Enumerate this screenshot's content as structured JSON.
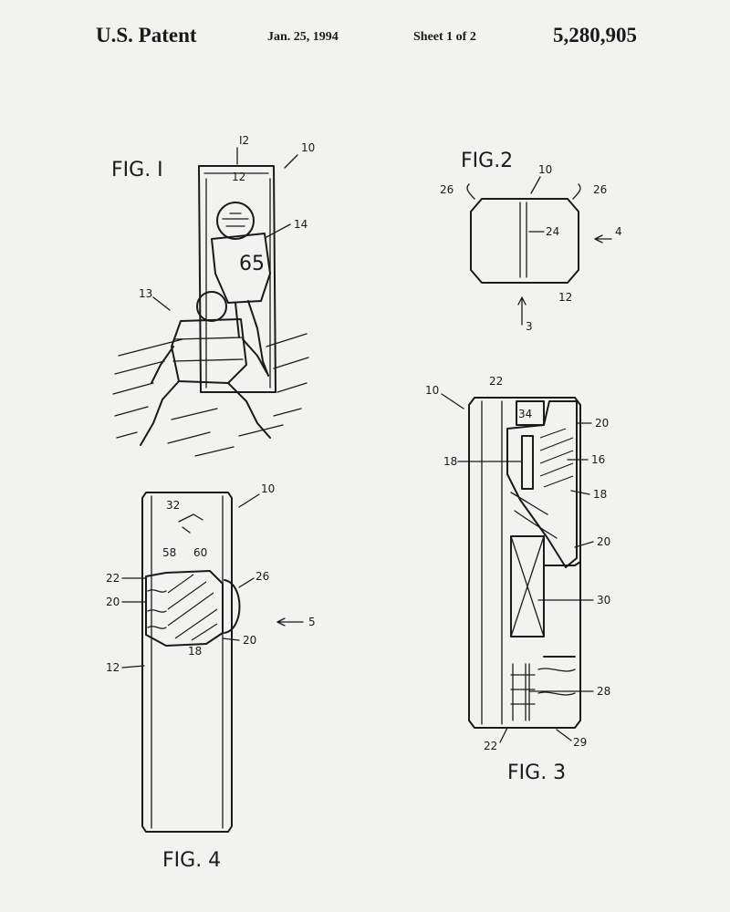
{
  "header": {
    "title": "U.S. Patent",
    "date": "Jan. 25, 1994",
    "sheet": "Sheet 1 of 2",
    "patent_number": "5,280,905"
  },
  "figures": {
    "fig1": {
      "label": "FIG. I",
      "refs": {
        "r12a": "I2",
        "r12b": "12",
        "r10": "10",
        "r14": "14",
        "r13": "13"
      }
    },
    "fig2": {
      "label": "FIG.2",
      "refs": {
        "r10": "10",
        "r26a": "26",
        "r26b": "26",
        "r24": "24",
        "r4": "4",
        "r12": "12",
        "r3": "3"
      }
    },
    "fig3": {
      "label": "FIG. 3",
      "refs": {
        "r10": "10",
        "r22a": "22",
        "r34": "34",
        "r20a": "20",
        "r16": "16",
        "r18a": "18",
        "r18b": "18",
        "r20b": "20",
        "r30": "30",
        "r28": "28",
        "r22b": "22",
        "r29": "29"
      }
    },
    "fig4": {
      "label": "FIG. 4",
      "refs": {
        "r10": "10",
        "r32": "32",
        "r58": "58",
        "r60": "60",
        "r26": "26",
        "r22": "22",
        "r20a": "20",
        "r5": "5",
        "r18": "18",
        "r20b": "20",
        "r12": "12"
      }
    }
  }
}
